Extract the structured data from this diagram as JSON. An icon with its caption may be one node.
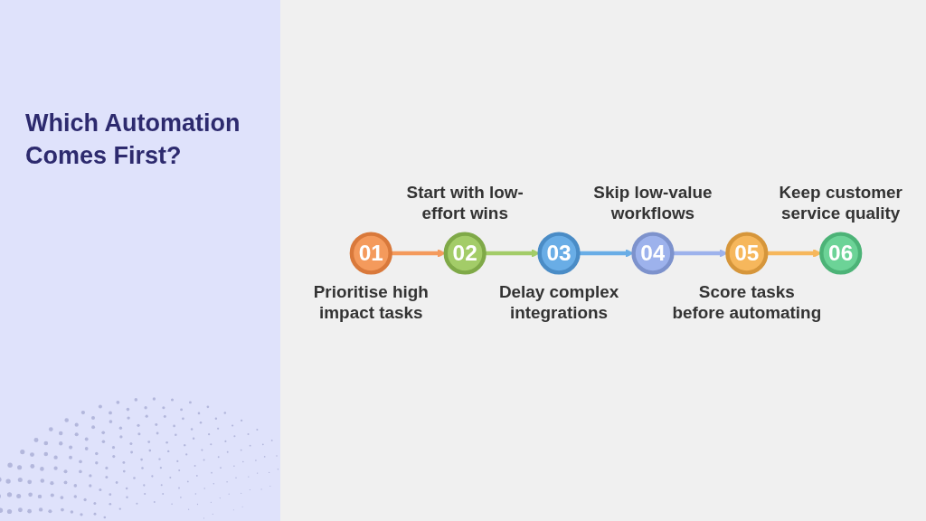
{
  "diagram": {
    "title": "Which Automation Comes First?",
    "nodes": [
      {
        "text": [
          "01"
        ],
        "beside": [
          "Prioritise high impact tasks"
        ]
      },
      {
        "text": [
          "02"
        ],
        "beside": [
          "Start with low-effort wins"
        ]
      },
      {
        "text": [
          "03"
        ],
        "beside": [
          "Delay complex integrations"
        ]
      },
      {
        "text": [
          "04"
        ],
        "beside": [
          "Skip low-value workflows"
        ]
      },
      {
        "text": [
          "05"
        ],
        "beside": [
          "Score tasks before automating"
        ]
      },
      {
        "text": [
          "06"
        ],
        "beside": [
          "Keep customer service quality"
        ]
      }
    ],
    "edges": [
      {
        "from": 0,
        "to": 1,
        "arrow": "to",
        "color": "#f49a5c"
      },
      {
        "from": 1,
        "to": 2,
        "arrow": "to",
        "color": "#a3cc68"
      },
      {
        "from": 2,
        "to": 3,
        "arrow": "to",
        "color": "#69ade6"
      },
      {
        "from": 3,
        "to": 4,
        "arrow": "to",
        "color": "#9db2ec"
      },
      {
        "from": 4,
        "to": 5,
        "arrow": "to",
        "color": "#f6b75c"
      }
    ]
  }
}
